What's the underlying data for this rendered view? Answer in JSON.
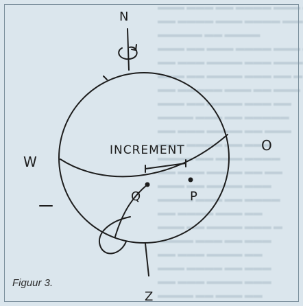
{
  "figure": {
    "caption": "Figuur 3.",
    "labels": {
      "north": "N",
      "south": "Z",
      "west": "W",
      "east": "O",
      "increment": "INCREMENT",
      "point_q": "Q",
      "point_p": "P"
    }
  },
  "colors": {
    "background": "#dbe6ed",
    "ink": "#1d1d1d"
  }
}
